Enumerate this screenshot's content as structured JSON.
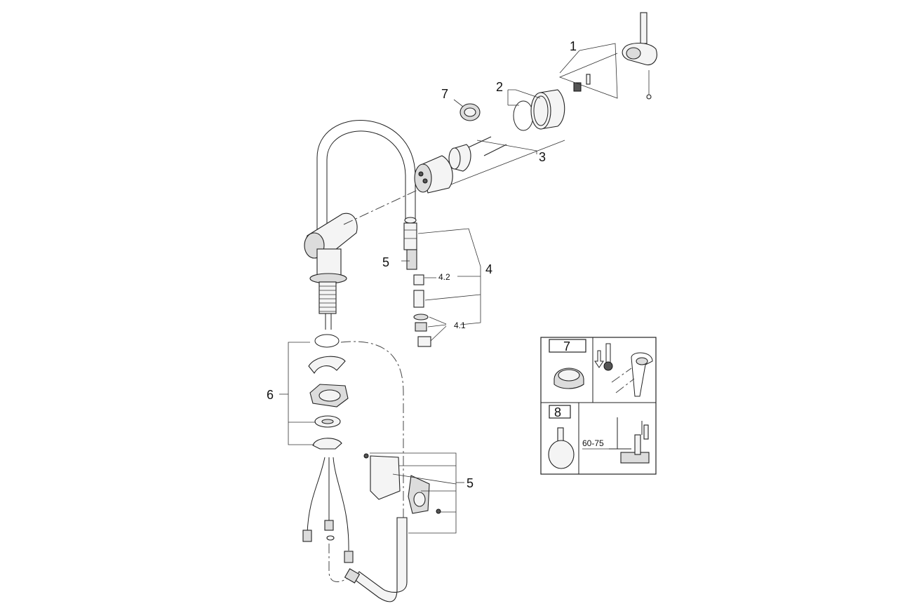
{
  "labels": {
    "handle_assembly": "1",
    "cartridge_seal": "2",
    "cartridge_screws": "3",
    "aerator_set": "4",
    "aerator_set_4_1": "4.1",
    "aerator_set_4_2": "4.2",
    "spray_connector": "5",
    "mounting_set": "6",
    "temperature_limiter": "7",
    "hose_holder_set": "5"
  },
  "inset": {
    "panel_7_label": "7",
    "panel_8_label": "8",
    "dimension_label": "60-75"
  }
}
